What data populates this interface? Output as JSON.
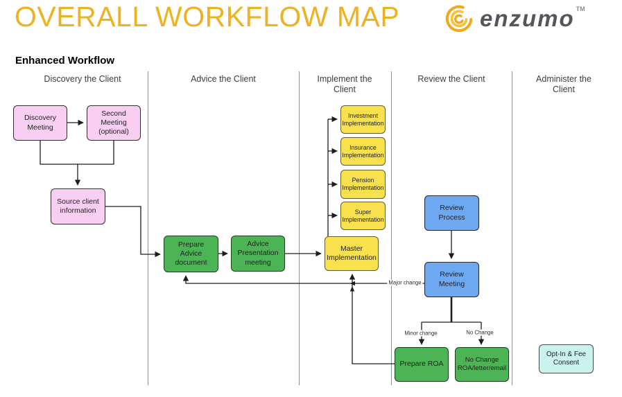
{
  "page": {
    "title": "OVERALL WORKFLOW MAP",
    "subtitle": "Enhanced Workflow"
  },
  "logo": {
    "text": "enzumo",
    "trademark": "TM"
  },
  "lanes": [
    {
      "label": "Discovery the Client"
    },
    {
      "label": "Advice the Client"
    },
    {
      "label": "Implement the Client"
    },
    {
      "label": "Review the Client"
    },
    {
      "label": "Administer the Client"
    }
  ],
  "nodes": {
    "discovery_meeting": "Discovery Meeting",
    "second_meeting": "Second Meeting (optional)",
    "source_client": "Source client information",
    "prepare_advice": "Prepare Advice document",
    "advice_presentation": "Advice Presentation meeting",
    "investment_impl": "Investment Implementation",
    "insurance_impl": "Insurance Implementation",
    "pension_impl": "Pension Implementation",
    "super_impl": "Super Implementation",
    "master_impl": "Master Implementation",
    "review_process": "Review Process",
    "review_meeting": "Review Meeting",
    "prepare_roa": "Prepare ROA",
    "no_change": "No Change ROA/letter/email",
    "opt_in": "Opt-In & Fee Consent"
  },
  "edge_labels": {
    "major_change": "Major change",
    "minor_change": "Minor change",
    "no_change": "No Change"
  },
  "colors": {
    "title_gold": "#EBB324",
    "logo_gray": "#54565B",
    "logo_swirl": "#F0A81E",
    "node_pink": "#F8CFF2",
    "node_green": "#4CB454",
    "node_yellow": "#F9E14E",
    "node_blue": "#6DA8F1",
    "node_teal": "#CBF3EE",
    "connector": "#1d1d1d",
    "lane_separator": "#8f8f8f"
  }
}
